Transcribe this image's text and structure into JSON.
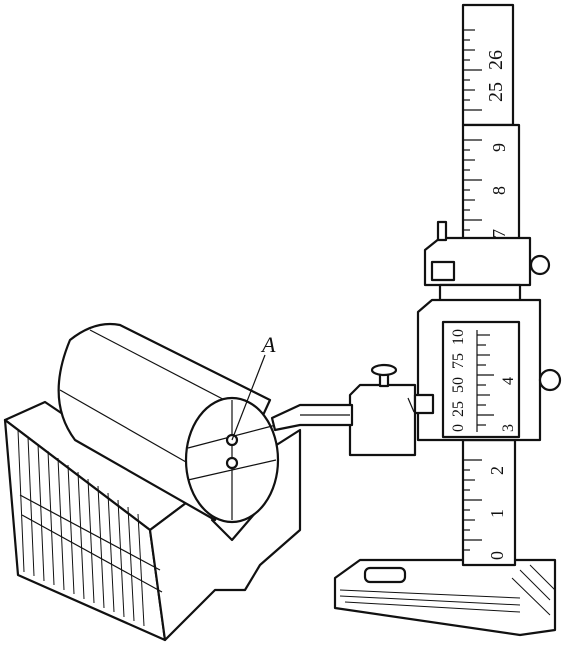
{
  "figure": {
    "label_point": "A",
    "main_scale_upper_labels": [
      "25",
      "26"
    ],
    "main_scale_mid_labels": [
      "7",
      "8",
      "9"
    ],
    "main_scale_lower_labels": [
      "0",
      "1",
      "2"
    ],
    "vernier_top_labels": [
      "0",
      "25",
      "50",
      "75",
      "10"
    ],
    "vernier_side_labels": [
      "3",
      "4"
    ]
  },
  "colors": {
    "ink": "#111111",
    "paper": "#ffffff"
  }
}
